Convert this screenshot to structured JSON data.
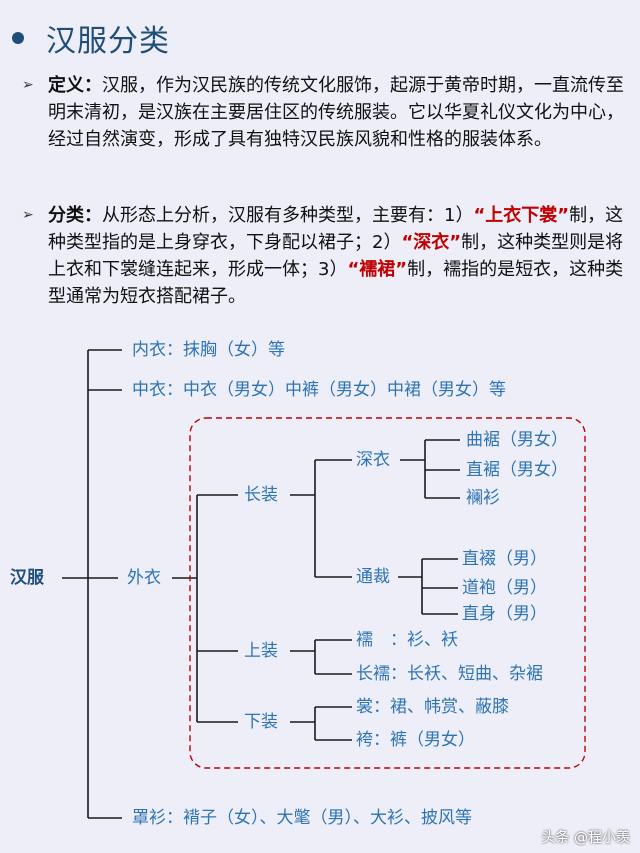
{
  "title": "汉服分类",
  "definition": {
    "label": "定义：",
    "text": "汉服，作为汉民族的传统文化服饰，起源于黄帝时期，一直流传至明末清初，是汉族在主要居住区的传统服装。它以华夏礼仪文化为中心，经过自然演变，形成了具有独特汉民族风貌和性格的服装体系。"
  },
  "classification": {
    "label": "分类：",
    "t1": "从形态上分析，汉服有多种类型，主要有：1）",
    "h1": "“上衣下裳”",
    "t2": "制，这种类型指的是上身穿衣，下身配以裙子；2）",
    "h2": "“深衣”",
    "t3": "制，这种类型则是将上衣和下裳缝连起来，形成一体；3）",
    "h3": "“襦裙”",
    "t4": "制，襦指的是短衣，这种类型通常为短衣搭配裙子。"
  },
  "tree": {
    "root": "汉服",
    "inner": "内衣：抹胸（女）等",
    "middle": "中衣：中衣（男女）中裤（男女）中裙（男女）等",
    "outer": "外衣",
    "long": "长装",
    "shenyi": "深衣",
    "quju": "曲裾（男女）",
    "zhiju": "直裾（男女）",
    "shan": "襕衫",
    "tongcai": "通裁",
    "zhiduo": "直裰（男）",
    "daopao": "道袍（男）",
    "zhishen": "直身（男）",
    "upper": "上装",
    "ru": "襦　：衫、袄",
    "changru": "长襦：长袄、短曲、杂裾",
    "lower": "下装",
    "chang": "裳：裙、帏赏、蔽膝",
    "ku": "袴：裤（男女）",
    "cover": "罩衫：褙子（女）、大氅（男）、大衫、披风等"
  },
  "watermark": "头条 @程小羡",
  "colors": {
    "title": "#1f4e79",
    "node": "#2e74b5",
    "highlight": "#c00000",
    "dashed_box": "#c00000"
  }
}
